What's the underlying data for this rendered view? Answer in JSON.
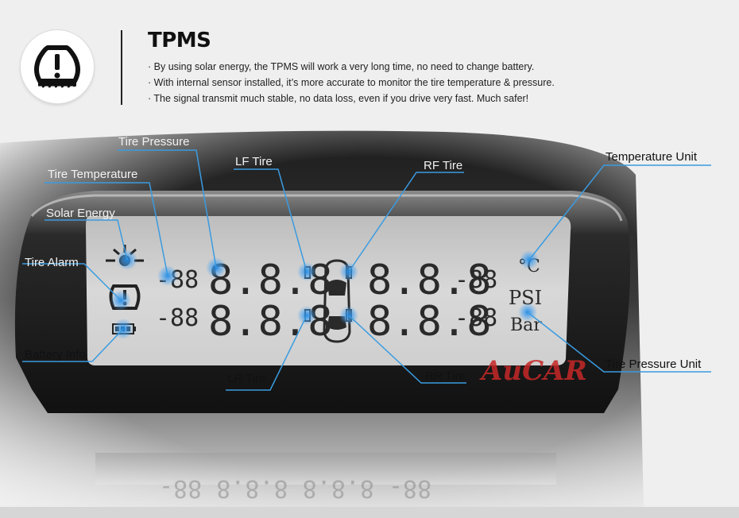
{
  "header": {
    "title": "TPMS",
    "bullets": [
      "· By using solar energy, the TPMS will work a very long time, no need to change battery.",
      "· With internal sensor installed, it’s more accurate to monitor the tire temperature & pressure.",
      "· The signal transmit much stable, no data loss, even if you drive very fast. Much safer!"
    ],
    "logo_icon": "tire-pressure-warning-icon"
  },
  "display": {
    "seg_small_top_left": "-88",
    "seg_small_bottom_left": "-88",
    "seg_big_top_left": "8.8.8",
    "seg_big_bottom_left": "8.8.8",
    "seg_big_top_right": "8.8.8",
    "seg_big_bottom_right": "8.8.8",
    "seg_small_top_right": "-88",
    "seg_small_bottom_right": "-88",
    "unit_temp": "°C",
    "unit_psi": "PSI",
    "unit_bar": "Bar",
    "brand": "AuCAR",
    "icons": [
      "sun-icon",
      "tire-alarm-icon",
      "battery-icon",
      "car-top-icon"
    ],
    "highlight_color": "#1e88e5"
  },
  "labels": {
    "tire_pressure": "Tire Pressure",
    "tire_temperature": "Tire Temperature",
    "solar_energy": "Solar Energy",
    "tire_alarm": "Tire Alarm",
    "battery_info": "Battery Info",
    "lf_tire": "LF Tire",
    "rf_tire": "RF Tire",
    "lr_tire": "LR Tire",
    "rr_tire": "RR Tire",
    "temperature_unit": "Temperature Unit",
    "tire_pressure_unit": "Tire Pressure Unit"
  }
}
